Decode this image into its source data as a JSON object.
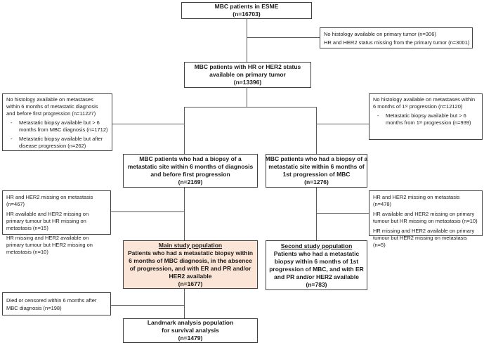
{
  "colors": {
    "box_border": "#424242",
    "connector": "#595959",
    "box_fill": "#ffffff",
    "highlight_fill": "#fbe5d6",
    "text": "#1a1a1a"
  },
  "bullet_marker": "-",
  "boxes": {
    "esme": {
      "lines": [
        "MBC patients in ESME",
        "(n=16703)"
      ]
    },
    "excl_primary": {
      "lines": [
        "No histology available on primary tumor (n=306)",
        "HR and HER2 status missing from the primary tumor (n=3001)"
      ]
    },
    "hr_her2_status": {
      "lines": [
        "MBC patients with HR or HER2 status",
        "available on primary tumor",
        "(n=13396)"
      ]
    },
    "excl_meta_left": {
      "intro": "No histology available on metastases within 6 months of metastatic diagnosis and before first progression (n=11227)",
      "bullets": [
        "Metastatic biopsy available but > 6 months from MBC diagnosis (n=1712)",
        "Metastatic biopsy available but after disease progression (n=262)"
      ]
    },
    "excl_meta_right": {
      "intro": "No histology available on metastases within 6 months of 1ˢᵗ progression (n=12120)",
      "bullets": [
        "Metastatic biopsy available but > 6 months from 1ˢᵗ progression (n=939)"
      ]
    },
    "biopsy_diagnosis": {
      "lines": [
        "MBC patients who had a biopsy of a",
        "metastatic site within 6 months of diagnosis",
        "and before first progression",
        "(n=2169)"
      ]
    },
    "biopsy_progression": {
      "lines": [
        "MBC patients who had a biopsy of a",
        "metastatic site within 6 months of",
        "1st progression of MBC",
        "(n=1276)"
      ]
    },
    "excl_hr_left": {
      "items": [
        "HR and HER2 missing on metastasis (n=467)",
        "HR available and HER2 missing on primary tumour but HR missing on metastasis (n=15)",
        "HR missing and HER2 available on primary tumour but HER2 missing on metastasis (n=10)"
      ]
    },
    "excl_hr_right": {
      "items": [
        "HR and HER2 missing on metastasis (n=478)",
        "HR available and HER2 missing on primary tumour but HR missing on metastasis (n=10)",
        "HR missing and HER2 available on primary tumour but HER2 missing on metastasis (n=5)"
      ]
    },
    "main_population": {
      "title": "Main study population",
      "lines": [
        "Patients who had a metastatic biopsy within",
        "6 months of MBC diagnosis, in the absence",
        "of progression, and with ER and PR and/or",
        "HER2 available",
        "(n=1677)"
      ]
    },
    "second_population": {
      "title": "Second study population",
      "lines": [
        "Patients who had a metastatic",
        "biopsy within 6 months of 1st",
        "progression of MBC, and with ER",
        "and PR and/or HER2 available",
        "(n=783)"
      ]
    },
    "died": {
      "text": "Died or censored within 6 months after MBC diagnosis (n=198)"
    },
    "landmark": {
      "lines": [
        "Landmark analysis population",
        "for survival analysis",
        "(n=1479)"
      ]
    }
  }
}
